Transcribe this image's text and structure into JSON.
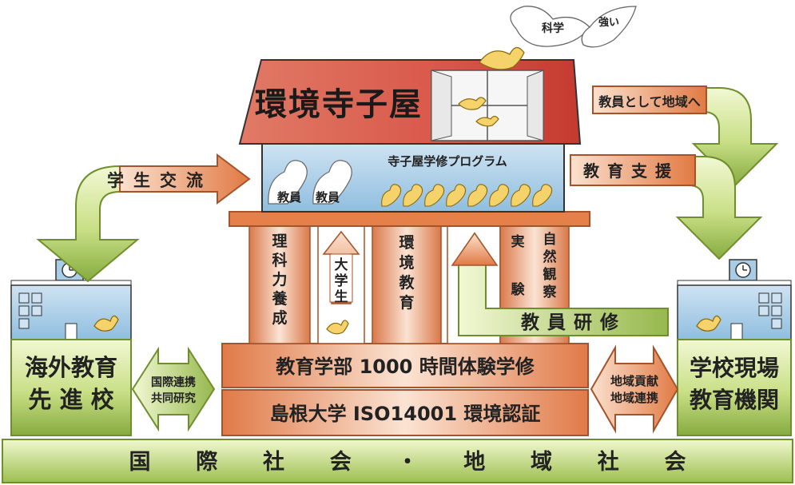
{
  "diagram": {
    "roof_title": "環境寺子屋",
    "bird_banner_left": "科学",
    "bird_banner_right": "強い",
    "program_label": "寺子屋学修プログラム",
    "teacher_label_1": "教員",
    "teacher_label_2": "教員",
    "pillars": {
      "science": "理科力養成",
      "university_students": "大学生",
      "env_education": "環境教育",
      "experiment": "実験",
      "nature": "自然観察"
    },
    "arrows": {
      "student_exchange": "学生交流",
      "teachers_to_region": "教員として地域へ",
      "education_support": "教育支援",
      "teacher_training": "教員研修",
      "intl_collab": [
        "国際連携",
        "共同研究"
      ],
      "regional_collab": [
        "地域貢献",
        "地域連携"
      ]
    },
    "foundation": {
      "row1": "教育学部 1000 時間体験学修",
      "row2": "島根大学 ISO14001 環境認証"
    },
    "left_school": [
      "海外教育",
      "先 進 校"
    ],
    "right_school": [
      "学校現場",
      "教育機関"
    ],
    "ground_chars": [
      "国",
      "際",
      "社",
      "会",
      "・",
      "地",
      "域",
      "社",
      "会"
    ],
    "colors": {
      "roof": "#d9574a",
      "wall": "#a9cde6",
      "pillar": "#e39a6f",
      "green_dark": "#7fa43a",
      "green_light": "#eef5c8",
      "orange_arrow": "#e6804a"
    }
  }
}
